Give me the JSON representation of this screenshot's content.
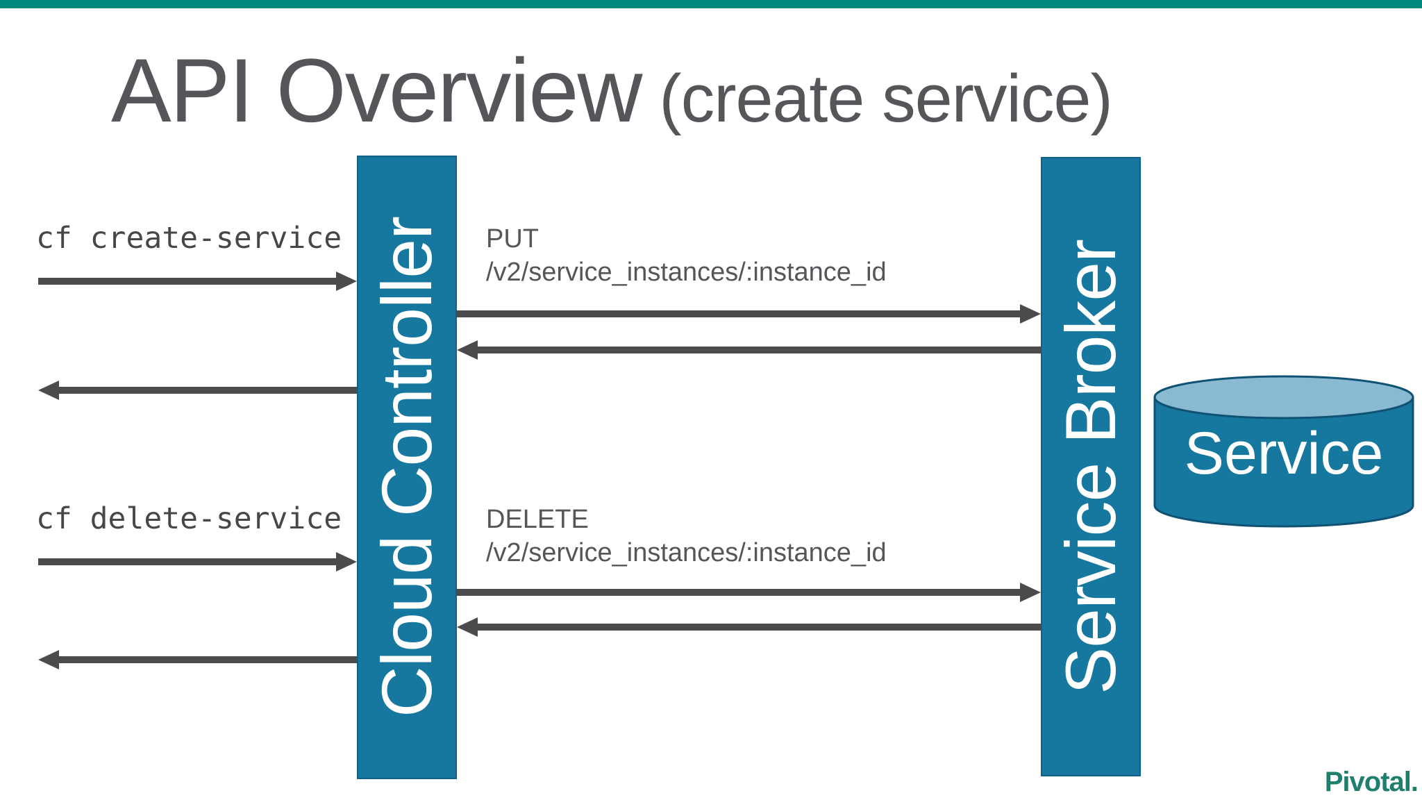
{
  "slide": {
    "title": "API Overview",
    "title_suffix": " (create service)"
  },
  "actors": {
    "cloud_controller": {
      "label": "Cloud Controller"
    },
    "service_broker": {
      "label": "Service Broker"
    },
    "service": {
      "label": "Service"
    }
  },
  "flows": {
    "create": {
      "cli_command": "cf create-service",
      "method": "PUT",
      "path": "/v2/service_instances/:instance_id"
    },
    "delete": {
      "cli_command": "cf delete-service",
      "method": "DELETE",
      "path": "/v2/service_instances/:instance_id"
    }
  },
  "branding": {
    "logo_text": "Pivotal."
  },
  "colors": {
    "top_bar_teal": "#00897D",
    "actor_bar_blue": "#16789F",
    "actor_bar_border": "#0F6286",
    "arrow_gray": "#4B4B4D",
    "text_gray": "#55565A",
    "cli_text_gray": "#45484B",
    "cylinder_body_blue": "#16789F",
    "cylinder_top_blue": "#8ABAD2",
    "cylinder_outline": "#0F5273",
    "logo_green": "#1E7F6D"
  }
}
